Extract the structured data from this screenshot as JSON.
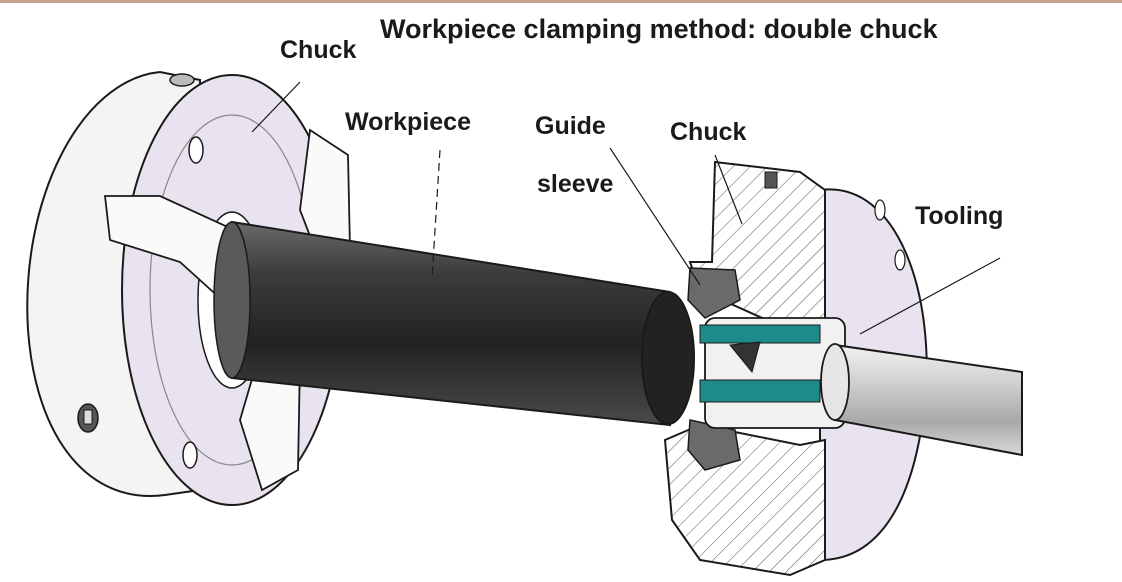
{
  "title": "Workpiece clamping method: double chuck",
  "labels": {
    "chuck_left": "Chuck",
    "workpiece": "Workpiece",
    "guide_line1": "Guide",
    "guide_line2": "sleeve",
    "chuck_right": "Chuck",
    "tooling": "Tooling"
  },
  "colors": {
    "accent_rule": "#c9a18f",
    "workpiece": "#3a3a3a",
    "chuck_face": "#e8e3ef",
    "chuck_body": "#f4f4f4",
    "outline": "#1a1a1a",
    "insert_teal": "#1e8a8a",
    "tool_bar": "#d6d6d6"
  }
}
